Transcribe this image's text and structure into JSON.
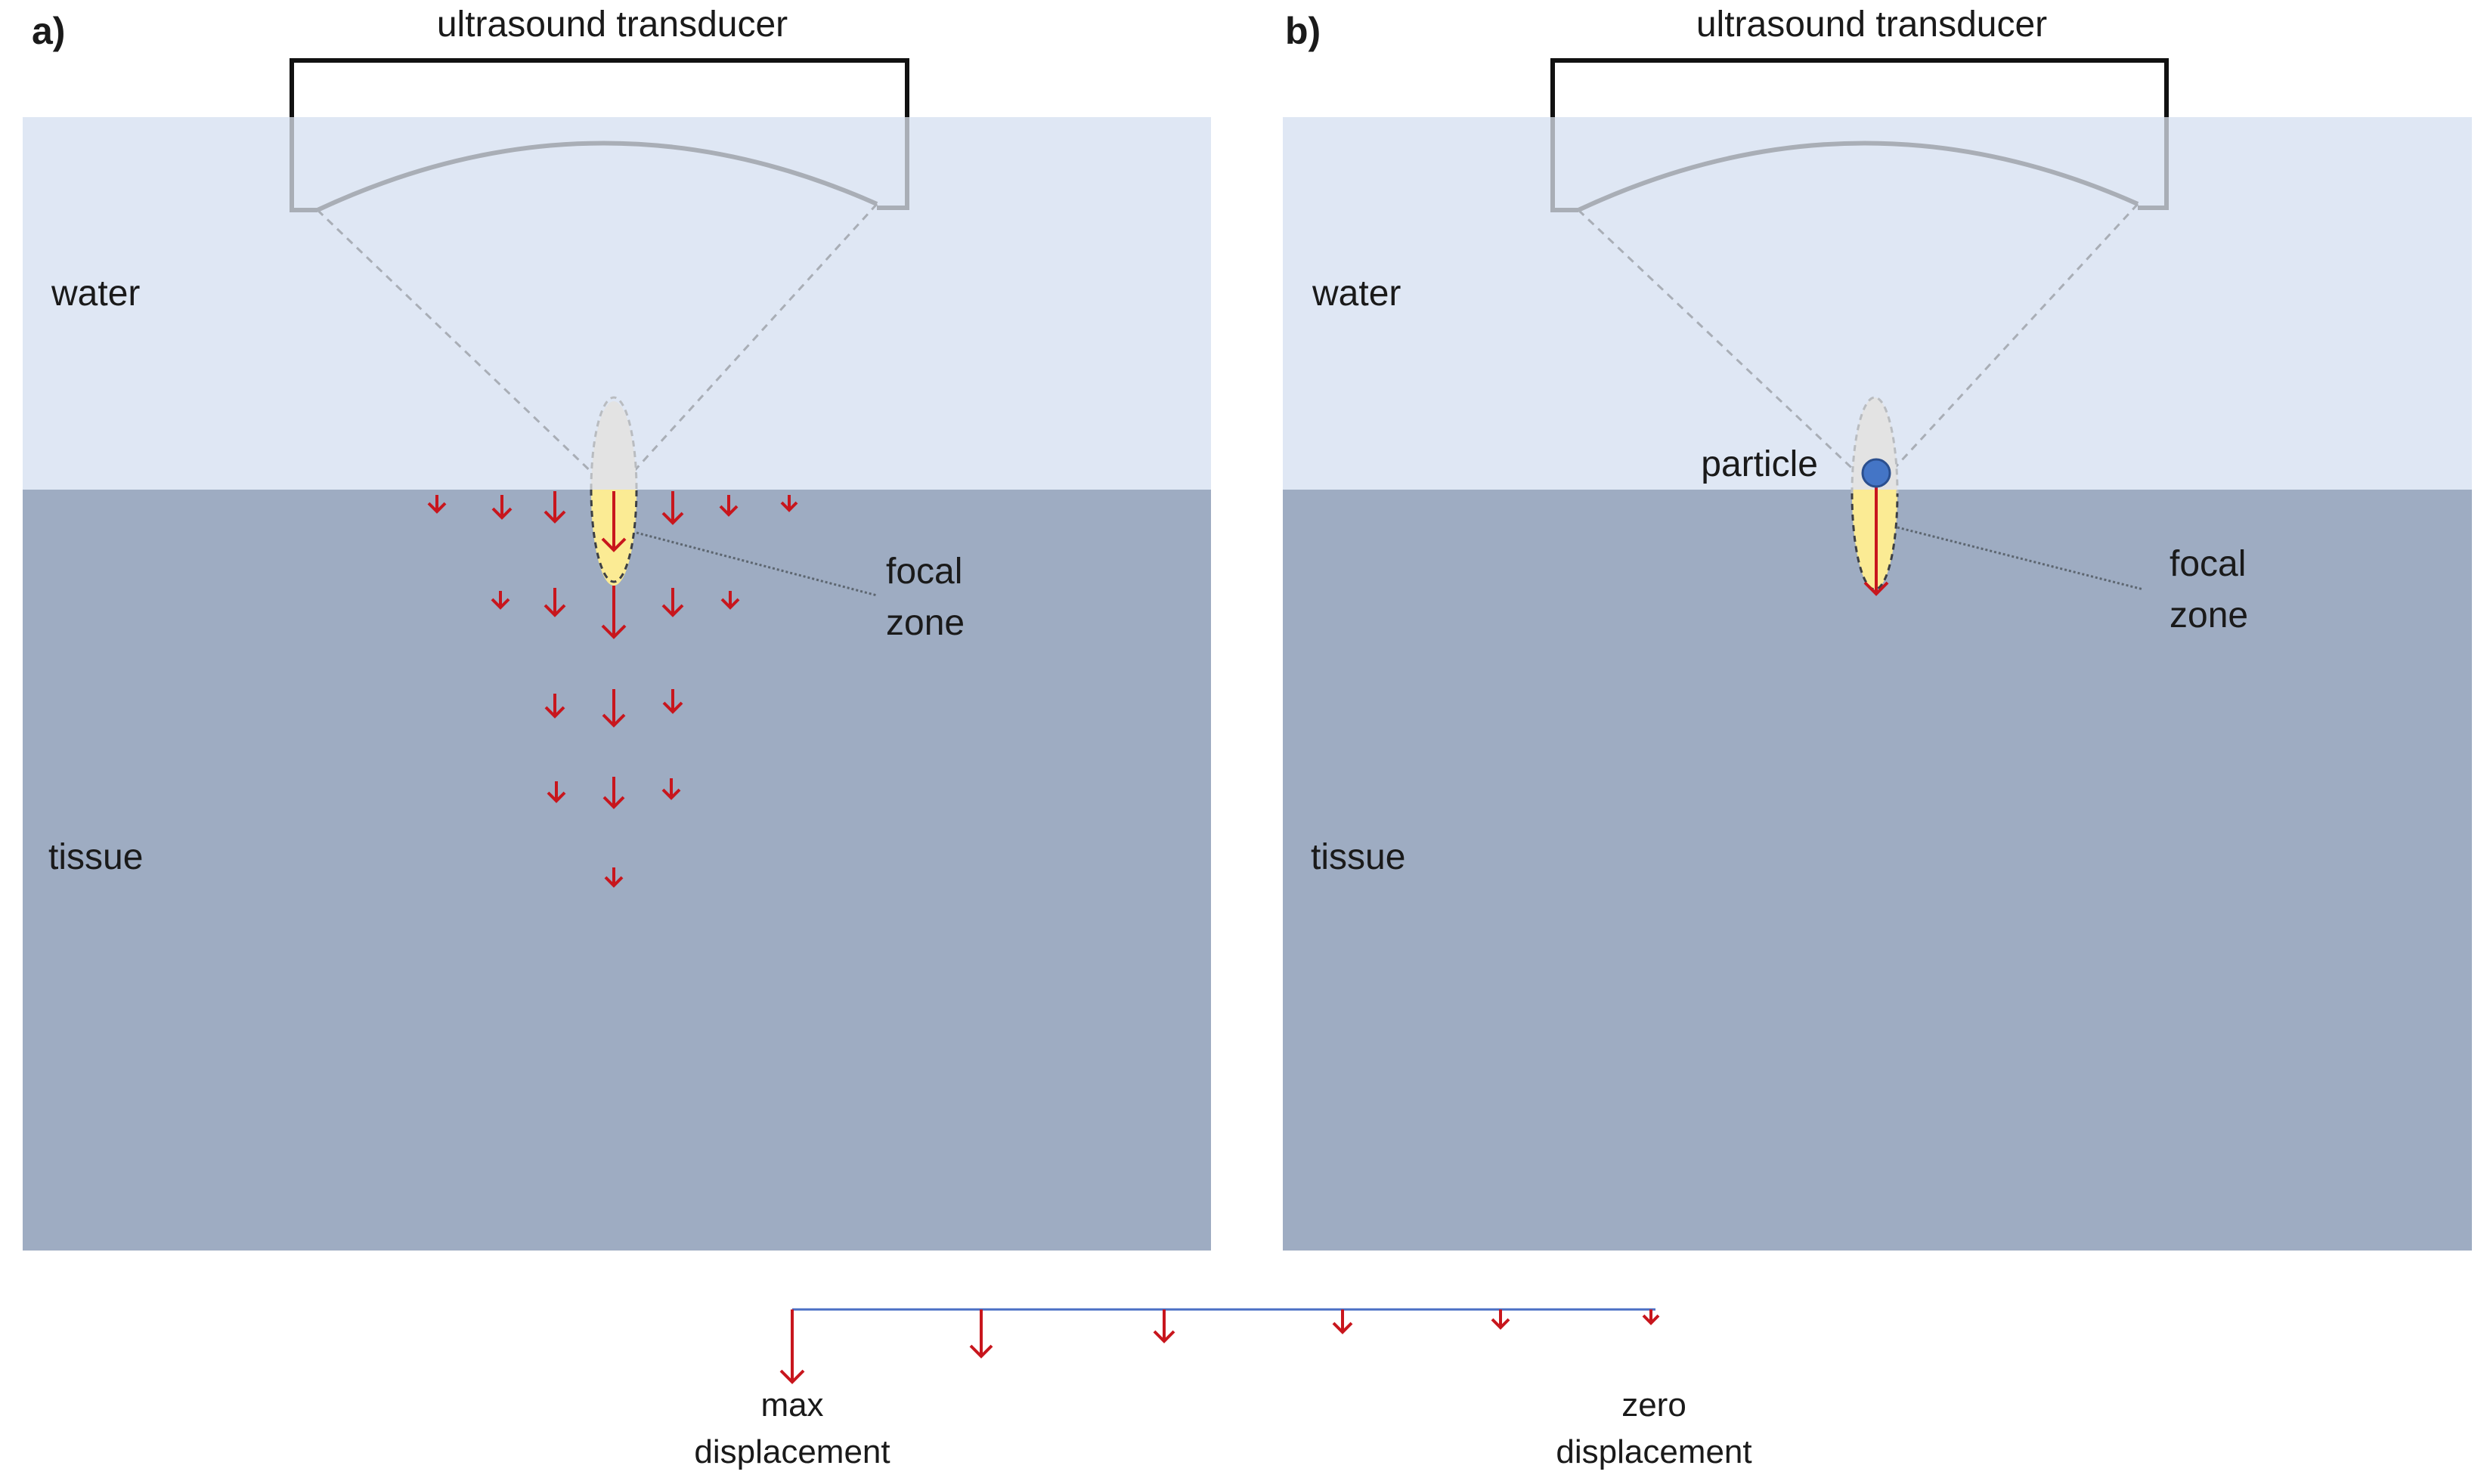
{
  "panels": [
    {
      "id": "a",
      "label": "a)",
      "transducer_label": "ultrasound transducer",
      "water_label": "water",
      "tissue_label": "tissue",
      "focal_label_line1": "focal",
      "focal_label_line2": "zone"
    },
    {
      "id": "b",
      "label": "b)",
      "transducer_label": "ultrasound transducer",
      "water_label": "water",
      "tissue_label": "tissue",
      "particle_label": "particle",
      "focal_label_line1": "focal",
      "focal_label_line2": "zone"
    }
  ],
  "legend": {
    "max_label_line1": "max",
    "max_label_line2": "displacement",
    "zero_label_line1": "zero",
    "zero_label_line2": "displacement"
  },
  "colors": {
    "water": "#dfe7f4",
    "tissue": "#9eacc2",
    "arrow": "#c8161d",
    "transducer_bracket": "#111111",
    "transducer_lens": "#a9aeb6",
    "beam_dash": "#a9aeb6",
    "focal_upper": "#e3e3e3",
    "focal_lower": "#fbeb94",
    "particle": "#4475c6",
    "legend_line": "#4a6fc4"
  }
}
